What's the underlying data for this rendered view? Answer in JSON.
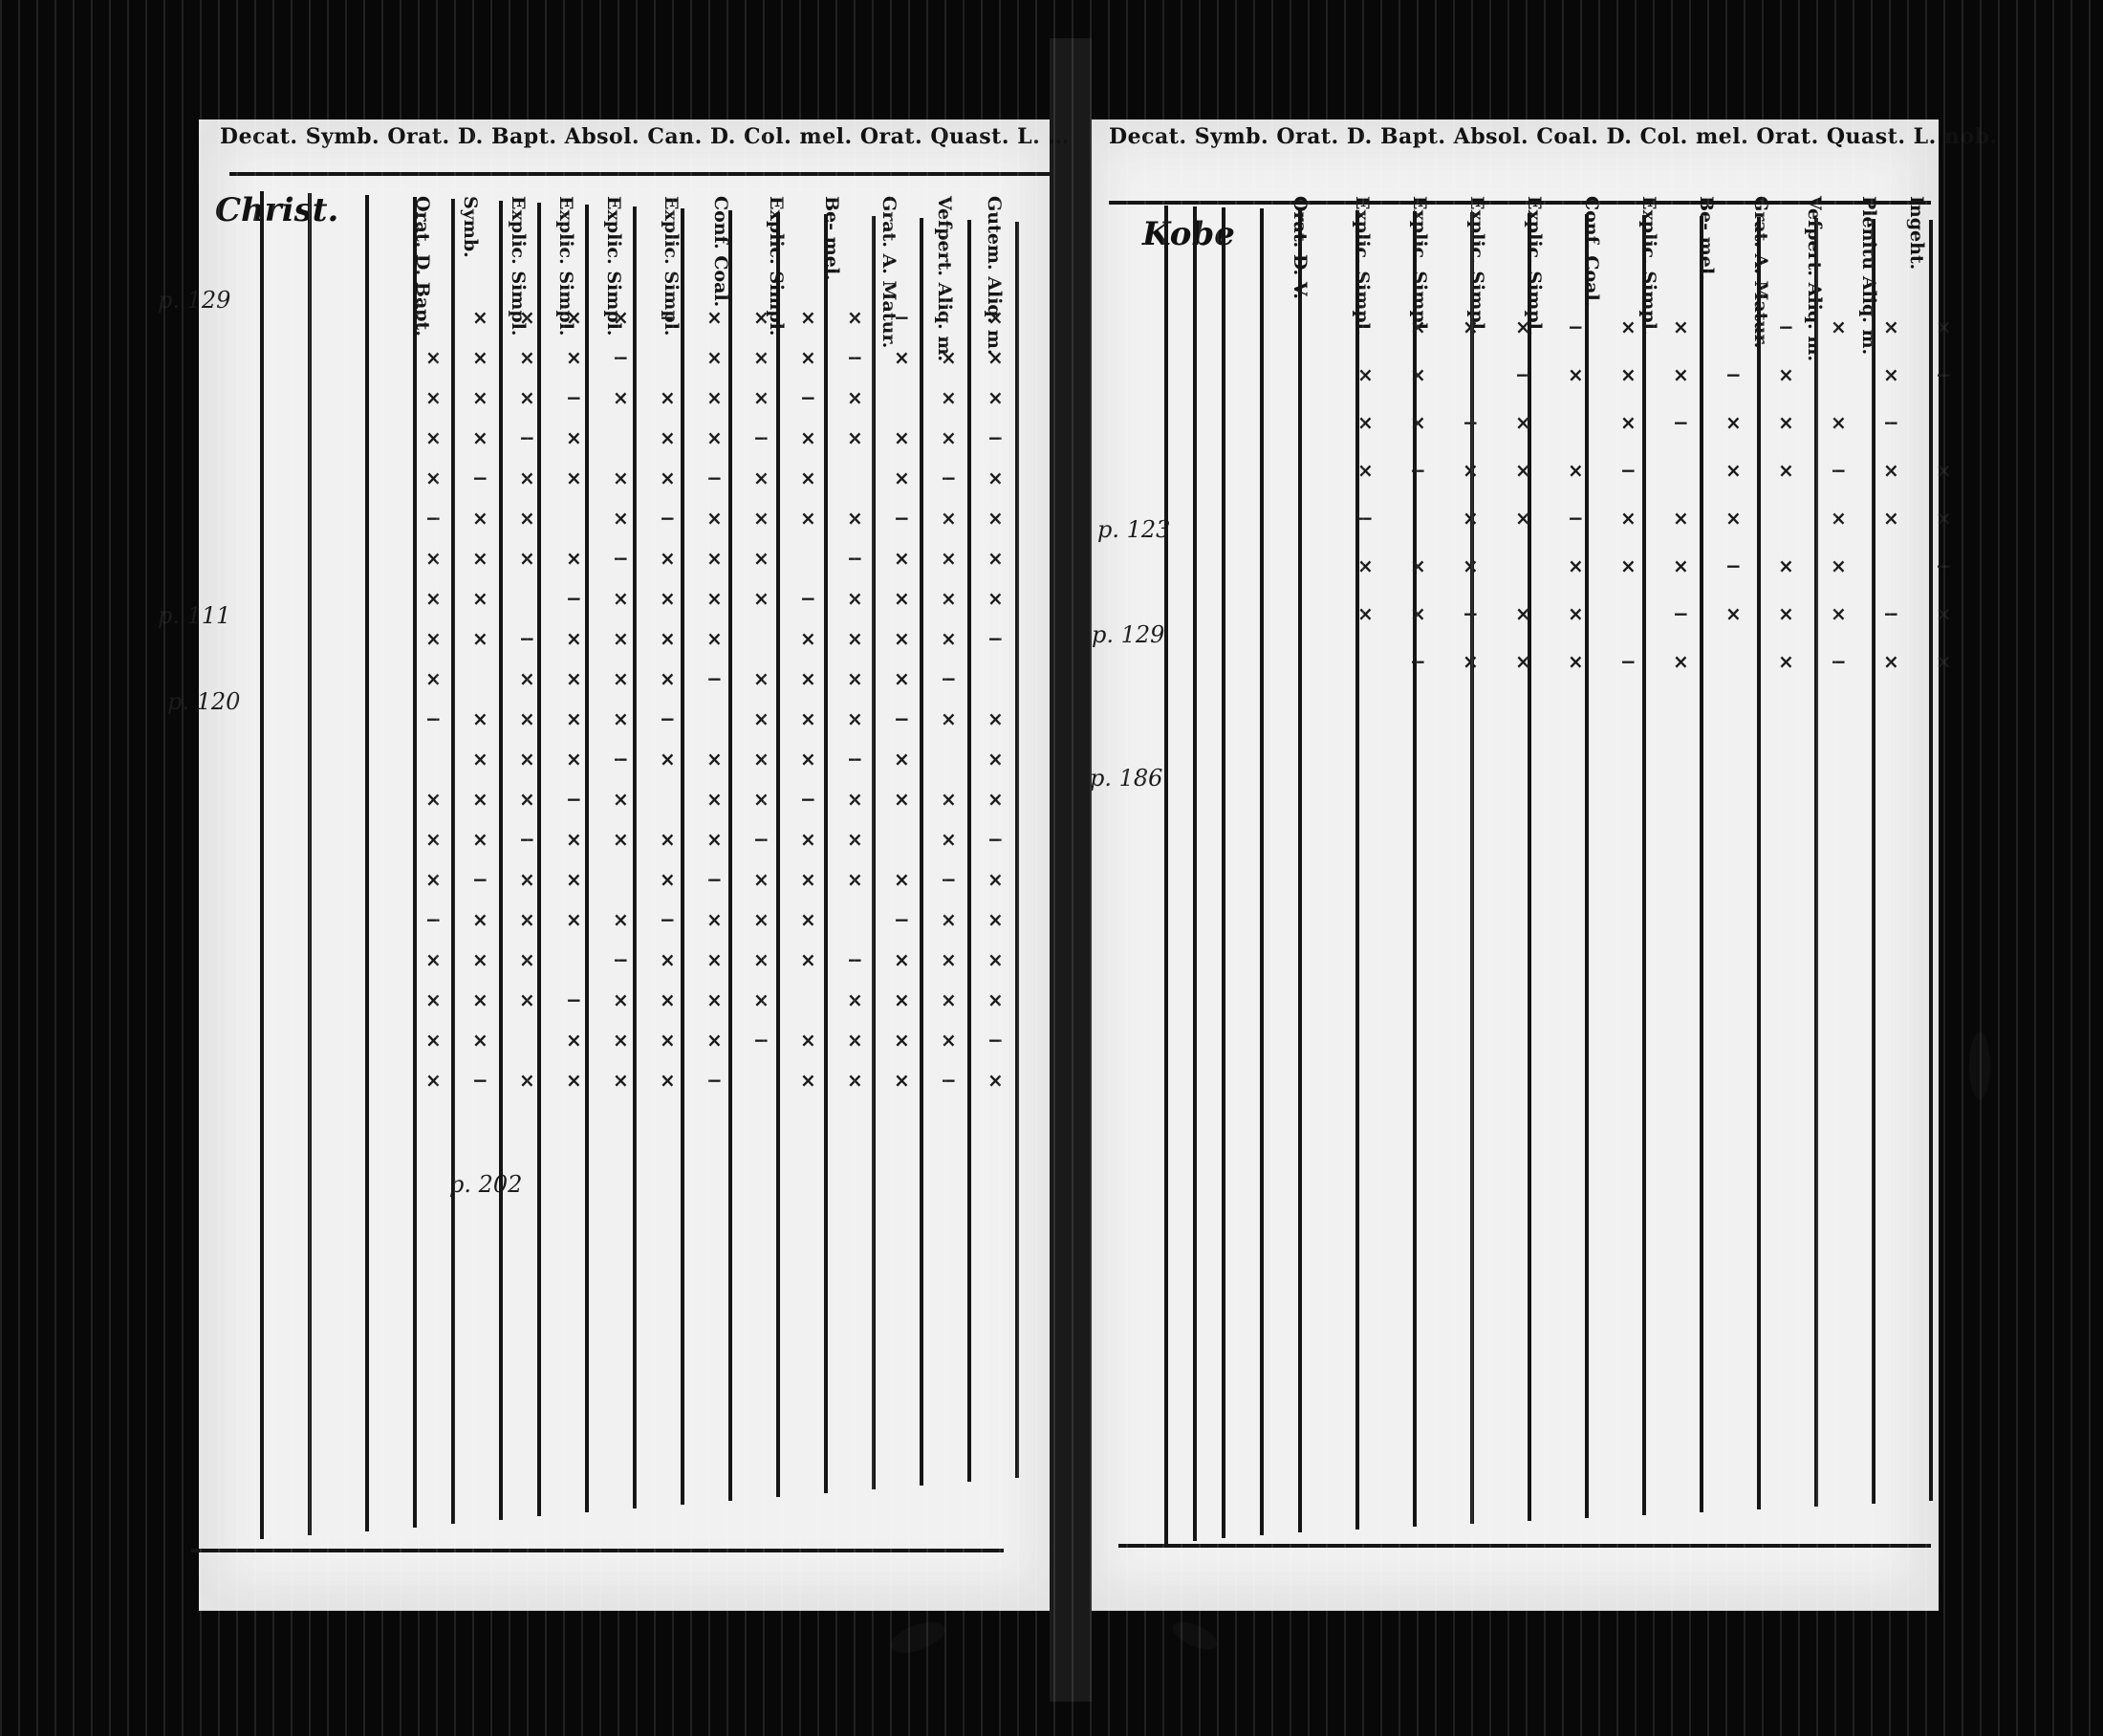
{
  "left_page": {
    "header": "Decat. Symb. Orat. D. Bapt. Absol. Can. D. Col. mel. Orat. Quast. L. …",
    "title": "Christ.",
    "columns": [
      "Orat. D. Bapt.",
      "Symb.",
      "Explic. Simpl.",
      "Explic. Simpl.",
      "Explic. Simpl.",
      "Explic. Simpl.",
      "Conf. Coal.",
      "Explic. Simpl.",
      "Be- mel.",
      "Grat. A. Matur.",
      "Vefpert. Aliq. m.",
      "Gutem. Aliq. m."
    ],
    "entries": [
      "p. 129",
      "p. 120",
      "p. 111",
      "p. 202"
    ]
  },
  "right_page": {
    "header": "Decat. Symb. Orat. D. Bapt. Absol. Coal. D. Col. mel. Orat. Quast. L. nob.",
    "title": "Kobe",
    "columns": [
      "Orat. D. V.",
      "Explic. Simpl.",
      "Explic. Simpl.",
      "Explic. Simpl.",
      "Explic. Simpl.",
      "Conf. Coal.",
      "Explic. Simpl.",
      "Be- mel.",
      "Grat. A. Matur.",
      "Vefpert. Aliq. m.",
      "Plenitu Aliq. m.",
      "Ingeht."
    ],
    "entries": [
      "p. 123",
      "p. 129",
      "p. 186"
    ]
  },
  "marks": {
    "cross": "×",
    "dash": "−"
  }
}
